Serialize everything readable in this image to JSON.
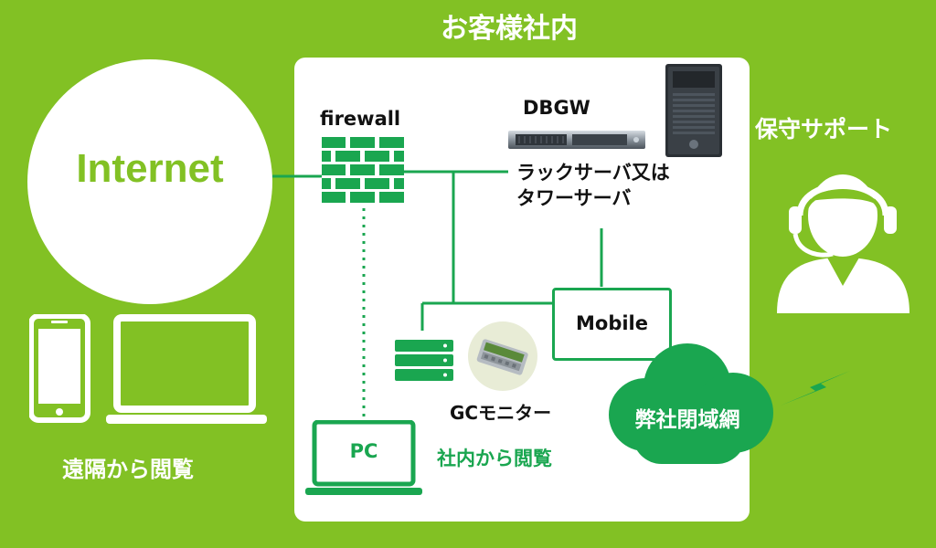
{
  "title": "お客様社内",
  "internet_label": "Internet",
  "firewall_label": "firewall",
  "server": {
    "name": "DBGW",
    "desc_line1": "ラックサーバ又は",
    "desc_line2": "タワーサーバ"
  },
  "mobile_label": "Mobile",
  "gc_monitor_label": "GCモニター",
  "pc_label": "PC",
  "onsite_view_label": "社内から閲覧",
  "closed_network_label": "弊社閉域網",
  "support_label": "保守サポート",
  "remote_view_label": "遠隔から閲覧",
  "colors": {
    "background": "#82c124",
    "accent_green": "#1aa650",
    "white": "#ffffff"
  }
}
